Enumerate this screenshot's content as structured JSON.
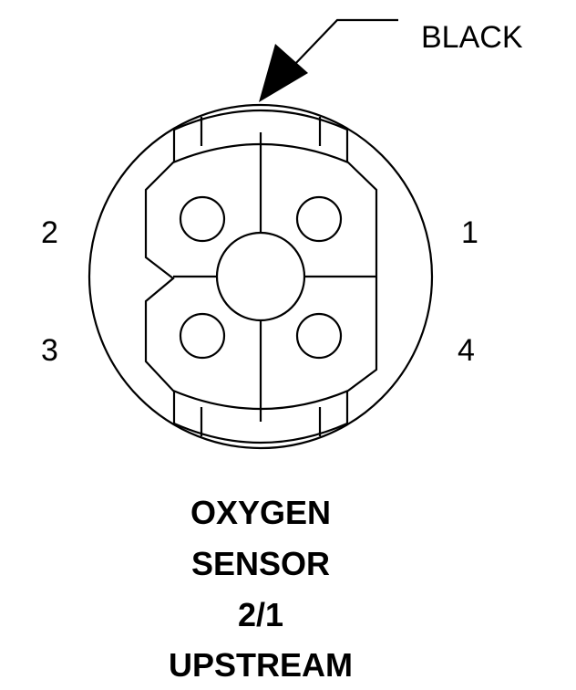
{
  "wire_label": "BLACK",
  "pins": {
    "p1": "1",
    "p2": "2",
    "p3": "3",
    "p4": "4"
  },
  "caption": [
    "OXYGEN",
    "SENSOR",
    "2/1",
    "UPSTREAM"
  ]
}
